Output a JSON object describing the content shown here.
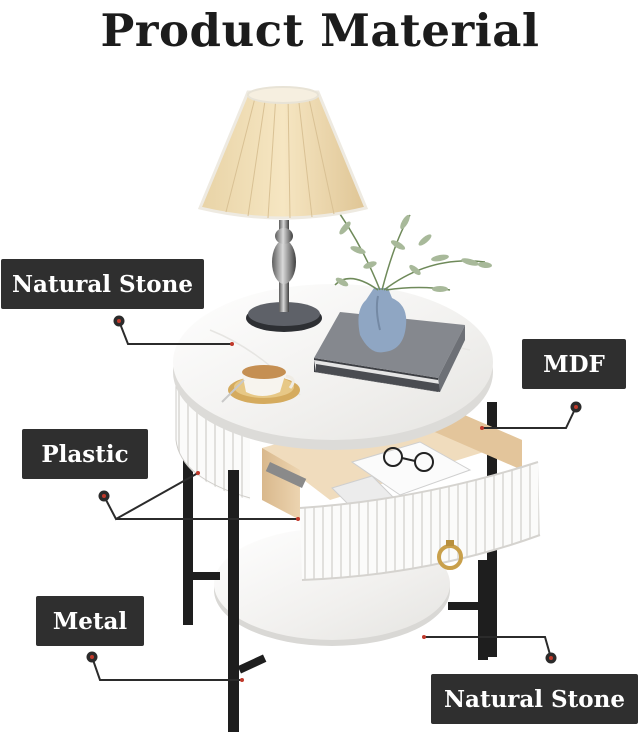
{
  "title": "Product Material",
  "labels": {
    "natural_stone_top": "Natural Stone",
    "mdf": "MDF",
    "plastic": "Plastic",
    "metal": "Metal",
    "natural_stone_bottom": "Natural Stone"
  },
  "book_spine_text": "",
  "colors": {
    "label_bg": "#2f2f2f",
    "label_text": "#ffffff",
    "title_text": "#1c1c1c",
    "marble": "#f4f3f1",
    "leg_metal": "#1e1e1e",
    "drawer_wood": "#e6c9a2",
    "lampshade": "#f2dfb6",
    "brass_handle": "#c9a04b",
    "vase": "#8fa6c3",
    "book": "#5c5f66"
  }
}
